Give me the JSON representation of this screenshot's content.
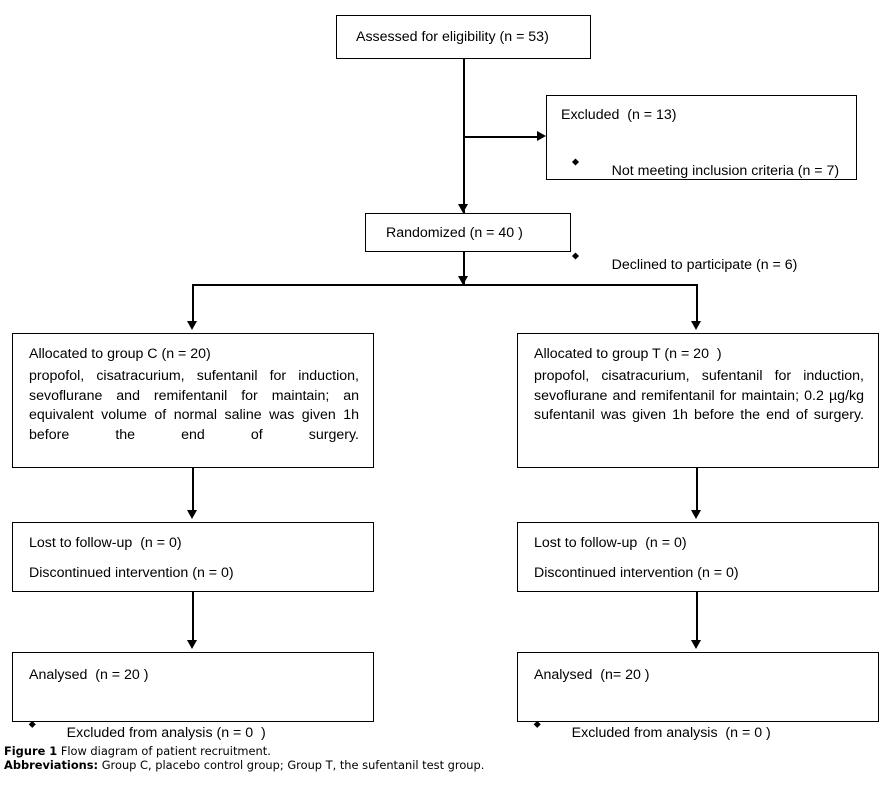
{
  "figure": {
    "type": "consort-flow-diagram",
    "caption_label": "Figure 1",
    "caption_text": "Flow diagram of patient recruitment.",
    "abbrev_label": "Abbreviations:",
    "abbrev_text": "Group C, placebo control group; Group T, the sufentanil test group."
  },
  "nodes": {
    "assessed": {
      "line1": "Assessed for eligibility (n = 53)"
    },
    "excluded": {
      "line1": "Excluded  (n = 13)",
      "bullets": [
        "Not meeting inclusion criteria (n = 7)",
        "Declined to participate (n = 6)"
      ]
    },
    "randomized": {
      "line1": "Randomized (n = 40 )"
    },
    "allocated_c": {
      "heading": "Allocated to group C (n = 20)",
      "body": "propofol, cisatracurium, sufentanil for induction, sevoflurane and remifentanil for maintain; an equivalent volume of normal saline was given 1h before the end of surgery."
    },
    "allocated_t": {
      "heading": "Allocated to group T (n = 20  )",
      "body": "propofol, cisatracurium, sufentanil for induction, sevoflurane and  remifentanil for maintain; 0.2 µg/kg sufentanil was given 1h before the end of  surgery."
    },
    "followup_c": {
      "line1": "Lost to follow-up  (n = 0)",
      "line2": "Discontinued intervention (n = 0)"
    },
    "followup_t": {
      "line1": "Lost to follow-up  (n = 0)",
      "line2": "Discontinued intervention (n = 0)"
    },
    "analysed_c": {
      "line1": "Analysed  (n = 20 )",
      "bullet": "Excluded from analysis (n = 0  )"
    },
    "analysed_t": {
      "line1": "Analysed  (n= 20 )",
      "bullet": "Excluded from analysis  (n = 0 )"
    }
  },
  "style": {
    "line_color": "#000000",
    "box_border_color": "#000000",
    "background": "#ffffff"
  }
}
